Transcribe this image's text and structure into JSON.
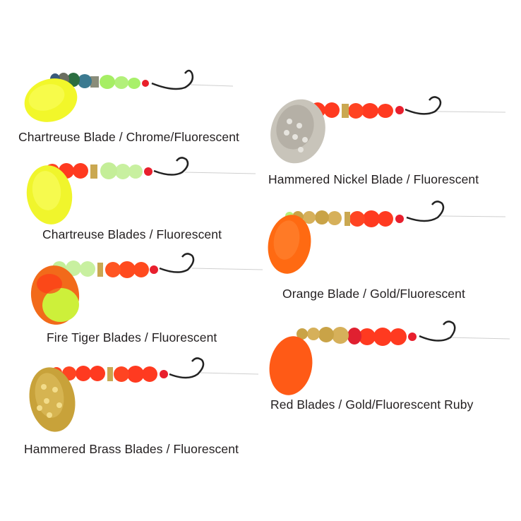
{
  "lures": [
    {
      "id": "chartreuse-chrome",
      "caption": "Chartreuse Blade / Chrome/Fluorescent",
      "blade": "chartreuse",
      "beads": "chrome-fluorescent"
    },
    {
      "id": "hammered-nickel",
      "caption": "Hammered Nickel Blade / Fluorescent",
      "blade": "hammered-nickel",
      "beads": "fluorescent"
    },
    {
      "id": "chartreuse-blades",
      "caption": "Chartreuse Blades / Fluorescent",
      "blade": "chartreuse",
      "beads": "fluorescent"
    },
    {
      "id": "orange-gold",
      "caption": "Orange Blade / Gold/Fluorescent",
      "blade": "orange",
      "beads": "gold-fluorescent"
    },
    {
      "id": "fire-tiger",
      "caption": "Fire Tiger Blades / Fluorescent",
      "blade": "fire-tiger",
      "beads": "fluorescent"
    },
    {
      "id": "red-gold-ruby",
      "caption": "Red Blades / Gold/Fluorescent Ruby",
      "blade": "red-orange",
      "beads": "gold-fluorescent-ruby"
    },
    {
      "id": "hammered-brass",
      "caption": "Hammered Brass Blades / Fluorescent",
      "blade": "hammered-brass",
      "beads": "fluorescent"
    }
  ],
  "colors": {
    "chartreuse": "#eef52a",
    "fluorescent_red": "#ff3b1f",
    "fluorescent_green": "#c8f0a0",
    "orange_blade": "#ff6a12",
    "gold": "#c9a347",
    "nickel": "#b8b5ae",
    "brass": "#c8a23a",
    "hook": "#1f1f1f"
  }
}
